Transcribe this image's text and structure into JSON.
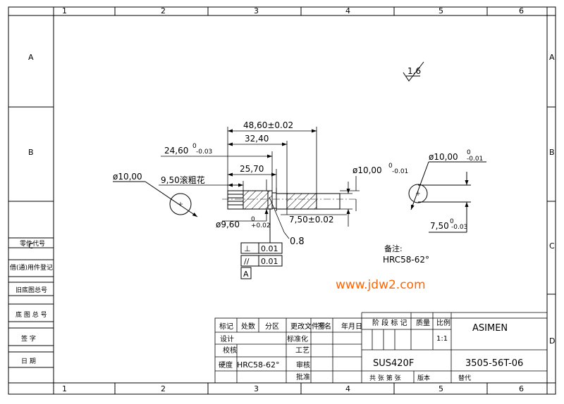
{
  "border": {
    "top_zones": [
      "1",
      "2",
      "3",
      "4",
      "5",
      "6"
    ],
    "bottom_zones": [
      "1",
      "2",
      "3",
      "4",
      "5",
      "6"
    ],
    "left_zones": [
      "A",
      "B",
      "C"
    ],
    "right_zones": [
      "A",
      "B",
      "C",
      "D"
    ]
  },
  "left_table": {
    "rows": [
      "零件代号",
      "借(通)用件登记",
      "旧底图总号",
      "底 图 总 号",
      "签  字",
      "日  期"
    ]
  },
  "drawing": {
    "roughness": "1.6",
    "dims": {
      "overall_length": "48,60±0.02",
      "len_32": "32,40",
      "len_24_base": "24,60",
      "len_24_upper": "0",
      "len_24_lower": "-0.03",
      "len_25": "25,70",
      "knurl": "9,50滚粗花",
      "end_dia": "ø10,00",
      "dia_9_base": "ø9,60",
      "dia_9_upper": "0",
      "dia_9_lower": "+0.02",
      "dia_middle": "7,50±0.02",
      "dia_10_base": "ø10,00",
      "dia_10_upper": "0",
      "dia_10_lower": "-0.01",
      "chamfer": "0.8"
    },
    "tolerance_frame": {
      "row1_symbol": "⊥",
      "row1_value": "0.01",
      "row2_symbol": "//",
      "row2_value": "0.01",
      "datum": "A"
    },
    "section": {
      "dia_top_base": "ø10,00",
      "dia_top_upper": "0",
      "dia_top_lower": "-0.01",
      "dia_bottom_base": "7,50",
      "dia_bottom_upper": "0",
      "dia_bottom_lower": "-0.03"
    },
    "note_title": "备注:",
    "note_text": "HRC58-62°"
  },
  "watermark": "www.jdw2.com",
  "title_block": {
    "h_biaoji": "标记",
    "h_chushu": "处数",
    "h_fenqu": "分区",
    "h_genggai": "更改文件号",
    "h_qianming": "签名",
    "h_nianyueri": "年月日",
    "design": "设计",
    "check": "校核",
    "hardness_label": "硬度",
    "hardness_value": "HRC58-62°",
    "std": "标准化",
    "process": "工艺",
    "review": "审核",
    "approve": "批准",
    "stage": "阶 段 标 记",
    "weight": "质量",
    "scale": "比例",
    "scale_value": "1:1",
    "company": "ASIMEN",
    "material": "SUS420F",
    "drawing_no": "3505-56T-06",
    "sheets": "共   张    第   张",
    "version": "版本",
    "replace": "替代"
  }
}
